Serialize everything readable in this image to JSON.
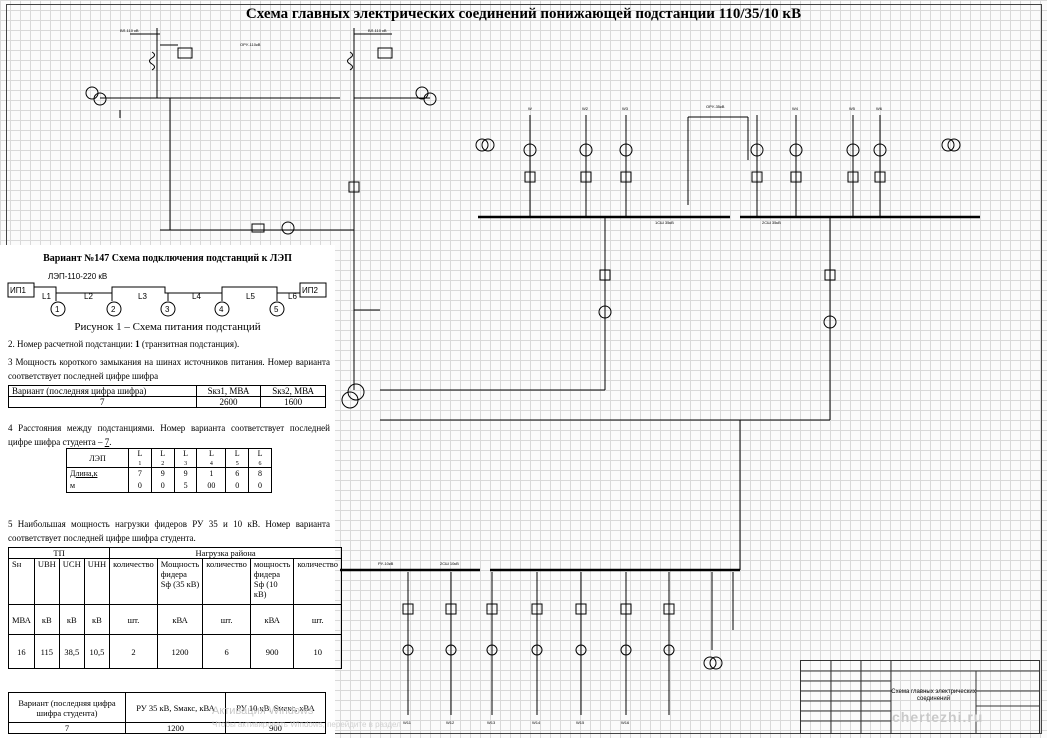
{
  "title": "Схема главных электрических соединений понижающей подстанции 110/35/10 кВ",
  "scheme_labels": {
    "line1": "ВЛ-110 кВ",
    "line2": "ВЛ-110 кВ",
    "oru110": "ОРУ-110кВ",
    "oru35": "ОРУ-35кВ",
    "ru10": "РУ-10кВ",
    "bus35_1": "1СШ 35кВ",
    "bus35_2": "2СШ 35кВ",
    "bus10_1": "2СШ 10кВ",
    "feeders35": [
      "W",
      "W2",
      "W3",
      "W4",
      "W5",
      "W6"
    ],
    "feeders10": [
      "W11",
      "W12",
      "W13",
      "W14",
      "W15",
      "W16"
    ]
  },
  "panel": {
    "variant_title": "Вариант №147 Схема подключения подстанций к ЛЭП",
    "lep_label": "ЛЭП-110-220 кВ",
    "ip1": "ИП1",
    "ip2": "ИП2",
    "segments": [
      "L1",
      "L2",
      "L3",
      "L4",
      "L5",
      "L6"
    ],
    "nodes": [
      "1",
      "2",
      "3",
      "4",
      "5"
    ],
    "figure_caption": "Рисунок 1 – Схема питания подстанций",
    "item2_text": "2. Номер расчетной подстанции: ",
    "item2_value": "1",
    "item2_tail": " (транзитная подстанция).",
    "item3_text": "3 Мощность короткого замыкания на шинах источников питания. Номер варианта соответствует последней цифре шифра",
    "table1": {
      "headers": [
        "Вариант (последняя цифра шифра)",
        "Sкз1, МВА",
        "Sкз2, МВА"
      ],
      "row": [
        "7",
        "2600",
        "1600"
      ]
    },
    "item4_text": "4 Расстояния между подстанциями. Номер варианта соответствует последней цифре шифра студента – ",
    "item4_value": "7",
    "table2": {
      "header_label": "ЛЭП",
      "header_top": [
        "L",
        "L",
        "L",
        "L",
        "L",
        "L"
      ],
      "header_sub": [
        "1",
        "2",
        "3",
        "4",
        "5",
        "6"
      ],
      "row_label_1": "Длина,к",
      "row_label_2": "м",
      "row_top": [
        "7",
        "9",
        "9",
        "1",
        "6",
        "8"
      ],
      "row_bottom": [
        "0",
        "0",
        "5",
        "00",
        "0",
        "0"
      ]
    },
    "item5_text": "5 Наибольшая мощность нагрузки фидеров РУ 35 и 10 кВ. Номер варианта соответствует последней цифре шифра студента.",
    "table3": {
      "tp_header": "ТП",
      "load_header": "Нагрузка района",
      "cols": [
        "Sн",
        "UВН",
        "UСН",
        "UНН",
        "количество",
        "Мощность фидера Sф (35 кВ)",
        "количество",
        "мощность фидера Sф (10 кВ)",
        "количество"
      ],
      "units": [
        "МВА",
        "кВ",
        "кВ",
        "кВ",
        "шт.",
        "кВА",
        "шт.",
        "кВА",
        "шт."
      ],
      "values": [
        "16",
        "115",
        "38,5",
        "10,5",
        "2",
        "1200",
        "6",
        "900",
        "10"
      ]
    },
    "table4": {
      "headers": [
        "Вариант (последняя цифра шифра студента)",
        "РУ 35 кВ, Sмакс, кВА",
        "РУ 10 кВ, Sмакс, кВА"
      ],
      "row": [
        "7",
        "1200",
        "900"
      ]
    }
  },
  "stamp": {
    "text": "Схема главных электрических соединений"
  },
  "watermark": {
    "line1": "Активация Windows",
    "line2": "Чтобы активировать Windows, перейдите в раздел"
  },
  "site": "chertezhi.ru"
}
